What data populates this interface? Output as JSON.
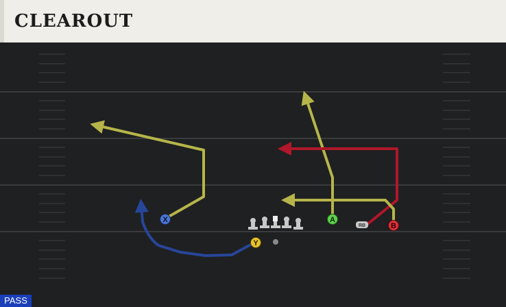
{
  "play": {
    "title": "CLEAROUT",
    "type_badge": "PASS"
  },
  "players": [
    {
      "id": "x",
      "label": "X",
      "color": "#4a76d4"
    },
    {
      "id": "y",
      "label": "Y",
      "color": "#e8c42a"
    },
    {
      "id": "a",
      "label": "A",
      "color": "#5ed04f"
    },
    {
      "id": "b",
      "label": "B",
      "color": "#e0303a"
    },
    {
      "id": "rb",
      "label": "RB",
      "color": "#c9c9c9"
    }
  ],
  "route_colors": {
    "yellow": "#b6b54a",
    "blue": "#27469a",
    "red": "#b0172a"
  },
  "field": {
    "background": "#1f2021",
    "yard_line_color": "#3a3b3d"
  }
}
